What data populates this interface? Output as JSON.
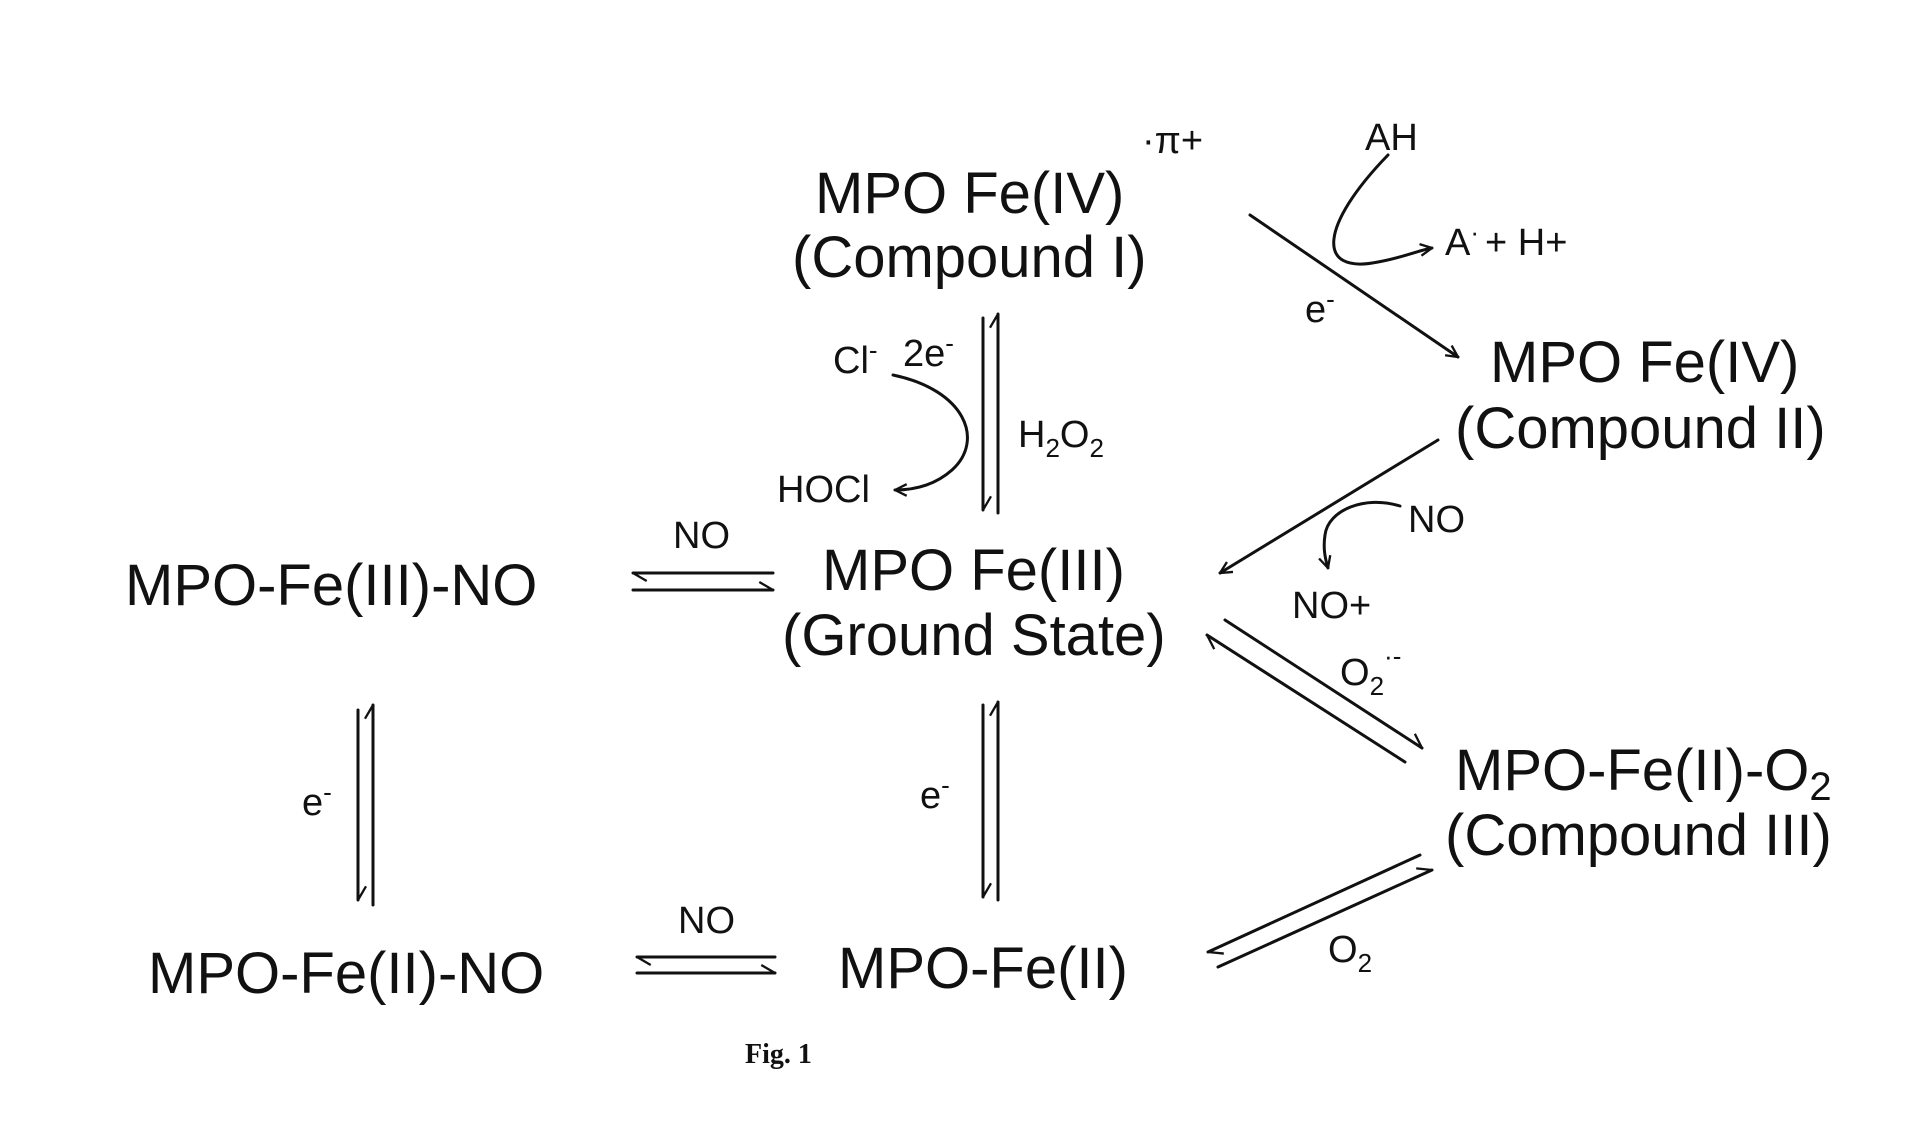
{
  "species": {
    "compound_i": {
      "line1": "MPO Fe(IV)",
      "sup": "·π+",
      "line2": "(Compound I)"
    },
    "compound_ii": {
      "line1": "MPO Fe(IV)",
      "line2": "(Compound II)"
    },
    "ground_state": {
      "line1": "MPO Fe(III)",
      "line2": "(Ground State)"
    },
    "compound_iii": {
      "line1a": "MPO-Fe(II)-O",
      "line1sub": "2",
      "line2": "(Compound III)"
    },
    "fe3_no": {
      "text": "MPO-Fe(III)-NO"
    },
    "fe2_no": {
      "text": "MPO-Fe(II)-NO"
    },
    "fe2": {
      "text": "MPO-Fe(II)"
    }
  },
  "reagents": {
    "ah": "AH",
    "a_radical": "A",
    "a_radical_sup": "·",
    "plus_h": "+ H+",
    "e_ci_cii": "e",
    "e_sup": "-",
    "cl": "Cl",
    "cl_sup": "-",
    "two_e": "2e",
    "two_e_sup": "-",
    "hocl": "HOCl",
    "h": "H",
    "h_sub": "2",
    "o": "O",
    "o_sub": "2",
    "no_top_left": "NO",
    "no_cii": "NO",
    "no_plus": "NO+",
    "superoxide": "O",
    "superoxide_sub": "2",
    "superoxide_sup": "·-",
    "e_left": "e",
    "e_mid": "e",
    "no_bottom_left": "NO",
    "o2_bottom": "O",
    "o2_bottom_sub": "2"
  },
  "caption": "Fig. 1"
}
